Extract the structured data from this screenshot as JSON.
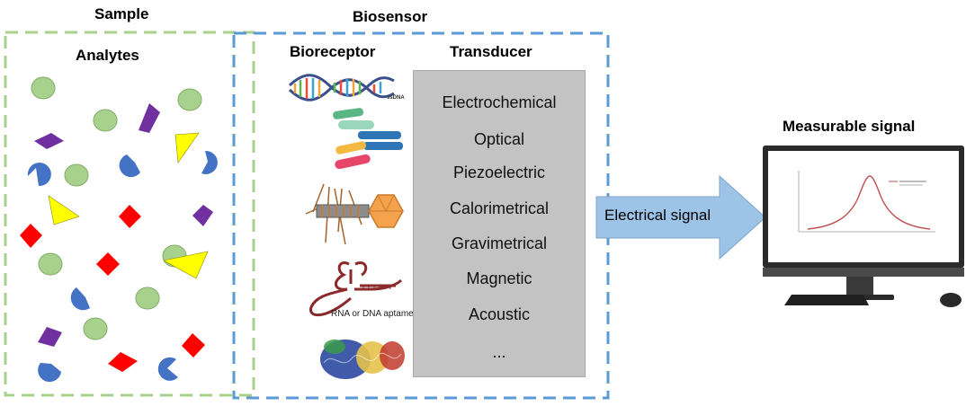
{
  "sample": {
    "title": "Sample",
    "subtitle": "Analytes"
  },
  "biosensor": {
    "title": "Biosensor",
    "bioreceptor": {
      "title": "Bioreceptor",
      "dna_label": "ssDNA",
      "aptamer_label": "RNA or DNA aptamer"
    },
    "transducer": {
      "title": "Transducer",
      "items": [
        "Electrochemical",
        "Optical",
        "Piezoelectric",
        "Calorimetrical",
        "Gravimetrical",
        "Magnetic",
        "Acoustic",
        "..."
      ]
    }
  },
  "arrow": {
    "label": "Electrical signal"
  },
  "output": {
    "title": "Measurable signal"
  },
  "colors": {
    "sample_border": "#a9d18e",
    "biosensor_border": "#5b9bd5",
    "arrow_fill": "#9dc3e6",
    "transducer_bg": "#c3c3c3",
    "curve": "#c0504d"
  }
}
